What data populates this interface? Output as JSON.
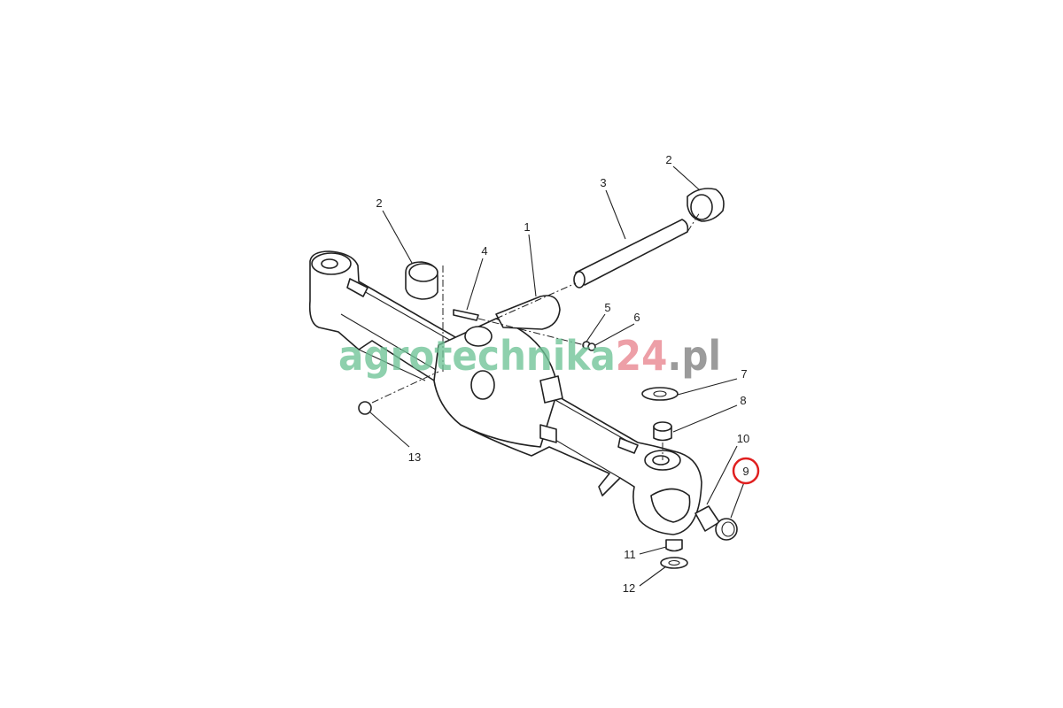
{
  "diagram": {
    "callouts": [
      "1",
      "2",
      "2",
      "3",
      "4",
      "5",
      "6",
      "7",
      "8",
      "9",
      "10",
      "11",
      "12",
      "13"
    ],
    "highlighted_callout": "9",
    "highlight_color": "#e02020"
  },
  "watermark": {
    "part1": "agrotechnika",
    "part2": "24",
    "part3": ".pl",
    "color1": "#6fc497",
    "color2": "#e8858f",
    "color3": "#808080"
  }
}
